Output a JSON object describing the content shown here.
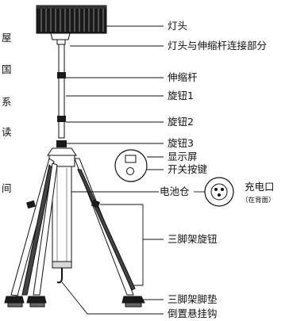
{
  "edge_text": [
    "屋",
    "国",
    "系",
    "读",
    "间"
  ],
  "labels": {
    "lamp_head": "灯头",
    "lamp_pole_connector": "灯头与伸缩杆连接部分",
    "telescopic_pole": "伸缩杆",
    "knob_1": "旋钮1",
    "knob_2": "旋钮2",
    "knob_3": "旋钮3",
    "display_screen": "显示屏",
    "power_switch": "开关按键",
    "battery_compartment": "电池仓",
    "charging_port": "充电口",
    "charging_port_note": "（在背面）",
    "tripod_knob": "三脚架旋钮",
    "tripod_foot_pad": "三脚架脚垫",
    "hanging_hook": "倒置悬挂钩"
  },
  "colors": {
    "line": "#111111",
    "fill_dark": "#1a1a1a",
    "fill_mid": "#666666",
    "fill_light": "#d9d9d9"
  }
}
